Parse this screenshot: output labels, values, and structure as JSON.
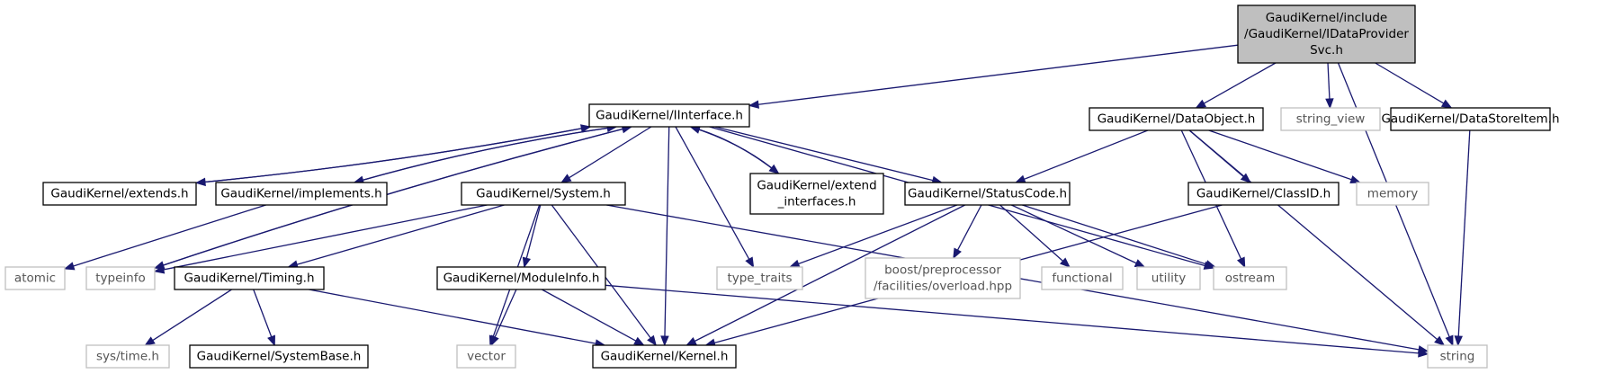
{
  "graph": {
    "colors": {
      "edge": "#191970",
      "project_border": "#000000",
      "external_border": "#bfbfbf",
      "root_fill": "#bfbfbf",
      "external_text": "#555555"
    },
    "nodes": [
      {
        "id": "root",
        "kind": "root",
        "lines": [
          "GaudiKernel/include",
          "/GaudiKernel/IDataProvider",
          "Svc.h"
        ]
      },
      {
        "id": "iinterface",
        "kind": "project",
        "lines": [
          "GaudiKernel/IInterface.h"
        ]
      },
      {
        "id": "dataobject",
        "kind": "project",
        "lines": [
          "GaudiKernel/DataObject.h"
        ]
      },
      {
        "id": "string_view",
        "kind": "external",
        "lines": [
          "string_view"
        ]
      },
      {
        "id": "datastoreitem",
        "kind": "project",
        "lines": [
          "GaudiKernel/DataStoreItem.h"
        ]
      },
      {
        "id": "extends",
        "kind": "project",
        "lines": [
          "GaudiKernel/extends.h"
        ]
      },
      {
        "id": "implements",
        "kind": "project",
        "lines": [
          "GaudiKernel/implements.h"
        ]
      },
      {
        "id": "system",
        "kind": "project",
        "lines": [
          "GaudiKernel/System.h"
        ]
      },
      {
        "id": "extend_interfaces",
        "kind": "project",
        "lines": [
          "GaudiKernel/extend",
          "_interfaces.h"
        ]
      },
      {
        "id": "statuscode",
        "kind": "project",
        "lines": [
          "GaudiKernel/StatusCode.h"
        ]
      },
      {
        "id": "classid",
        "kind": "project",
        "lines": [
          "GaudiKernel/ClassID.h"
        ]
      },
      {
        "id": "memory",
        "kind": "external",
        "lines": [
          "memory"
        ]
      },
      {
        "id": "atomic",
        "kind": "external",
        "lines": [
          "atomic"
        ]
      },
      {
        "id": "typeinfo",
        "kind": "external",
        "lines": [
          "typeinfo"
        ]
      },
      {
        "id": "timing",
        "kind": "project",
        "lines": [
          "GaudiKernel/Timing.h"
        ]
      },
      {
        "id": "moduleinfo",
        "kind": "project",
        "lines": [
          "GaudiKernel/ModuleInfo.h"
        ]
      },
      {
        "id": "type_traits",
        "kind": "external",
        "lines": [
          "type_traits"
        ]
      },
      {
        "id": "boost_overload",
        "kind": "external",
        "lines": [
          "boost/preprocessor",
          "/facilities/overload.hpp"
        ]
      },
      {
        "id": "functional",
        "kind": "external",
        "lines": [
          "functional"
        ]
      },
      {
        "id": "utility",
        "kind": "external",
        "lines": [
          "utility"
        ]
      },
      {
        "id": "ostream",
        "kind": "external",
        "lines": [
          "ostream"
        ]
      },
      {
        "id": "sys_time",
        "kind": "external",
        "lines": [
          "sys/time.h"
        ]
      },
      {
        "id": "systembase",
        "kind": "project",
        "lines": [
          "GaudiKernel/SystemBase.h"
        ]
      },
      {
        "id": "vector",
        "kind": "external",
        "lines": [
          "vector"
        ]
      },
      {
        "id": "kernel",
        "kind": "project",
        "lines": [
          "GaudiKernel/Kernel.h"
        ]
      },
      {
        "id": "string",
        "kind": "external",
        "lines": [
          "string"
        ]
      }
    ],
    "edges": [
      {
        "from": "root",
        "to": "iinterface"
      },
      {
        "from": "root",
        "to": "dataobject"
      },
      {
        "from": "root",
        "to": "string_view"
      },
      {
        "from": "root",
        "to": "datastoreitem"
      },
      {
        "from": "root",
        "to": "string"
      },
      {
        "from": "iinterface",
        "to": "extends"
      },
      {
        "from": "extends",
        "to": "iinterface"
      },
      {
        "from": "iinterface",
        "to": "implements"
      },
      {
        "from": "implements",
        "to": "iinterface"
      },
      {
        "from": "iinterface",
        "to": "system"
      },
      {
        "from": "iinterface",
        "to": "extend_interfaces"
      },
      {
        "from": "extend_interfaces",
        "to": "iinterface"
      },
      {
        "from": "iinterface",
        "to": "statuscode"
      },
      {
        "from": "iinterface",
        "to": "type_traits"
      },
      {
        "from": "iinterface",
        "to": "kernel"
      },
      {
        "from": "iinterface",
        "to": "ostream"
      },
      {
        "from": "iinterface",
        "to": "typeinfo"
      },
      {
        "from": "typeinfo",
        "to": "iinterface"
      },
      {
        "from": "implements",
        "to": "atomic"
      },
      {
        "from": "dataobject",
        "to": "statuscode"
      },
      {
        "from": "dataobject",
        "to": "classid"
      },
      {
        "from": "dataobject",
        "to": "memory"
      },
      {
        "from": "dataobject",
        "to": "ostream"
      },
      {
        "from": "dataobject",
        "to": "string"
      },
      {
        "from": "datastoreitem",
        "to": "string"
      },
      {
        "from": "system",
        "to": "typeinfo"
      },
      {
        "from": "system",
        "to": "timing"
      },
      {
        "from": "system",
        "to": "moduleinfo"
      },
      {
        "from": "system",
        "to": "vector"
      },
      {
        "from": "system",
        "to": "kernel"
      },
      {
        "from": "system",
        "to": "string"
      },
      {
        "from": "statuscode",
        "to": "type_traits"
      },
      {
        "from": "statuscode",
        "to": "boost_overload"
      },
      {
        "from": "statuscode",
        "to": "functional"
      },
      {
        "from": "statuscode",
        "to": "utility"
      },
      {
        "from": "statuscode",
        "to": "ostream"
      },
      {
        "from": "statuscode",
        "to": "kernel"
      },
      {
        "from": "classid",
        "to": "kernel"
      },
      {
        "from": "timing",
        "to": "sys_time"
      },
      {
        "from": "timing",
        "to": "systembase"
      },
      {
        "from": "timing",
        "to": "kernel"
      },
      {
        "from": "moduleinfo",
        "to": "vector"
      },
      {
        "from": "moduleinfo",
        "to": "kernel"
      },
      {
        "from": "moduleinfo",
        "to": "string"
      }
    ]
  }
}
